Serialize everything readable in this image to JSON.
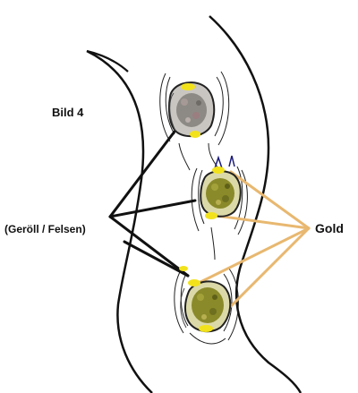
{
  "figure": {
    "label": "Bild 4",
    "rocks_label": "(Geröll / Felsen)",
    "gold_label": "Gold"
  },
  "colors": {
    "line": "#111111",
    "gold_pointer": "#e8b870",
    "gold_deposit": "#f2e21c",
    "rock_gray": "#8d8a86",
    "rock_olive": "#8a8a2a"
  }
}
